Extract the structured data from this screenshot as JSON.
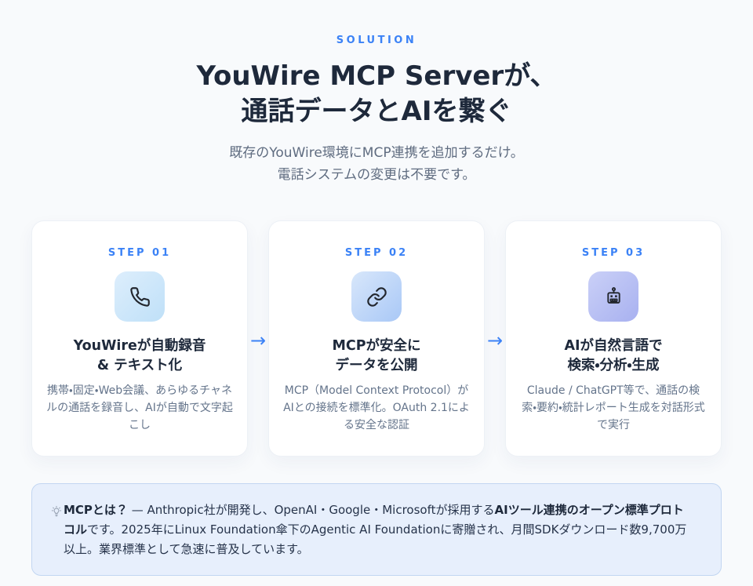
{
  "page": {
    "background_color": "#f8fafc",
    "accent_color": "#3b82f6",
    "heading_color": "#1e293b",
    "muted_text_color": "#64748b"
  },
  "header": {
    "eyebrow": "SOLUTION",
    "title_line1": "YouWire MCP Serverが、",
    "title_line2": "通話データとAIを繋ぐ",
    "subtitle_line1": "既存のYouWire環境にMCP連携を追加するだけ。",
    "subtitle_line2": "電話システムの変更は不要です。"
  },
  "steps": [
    {
      "label": "STEP 01",
      "icon": "phone-icon",
      "tile_gradient": [
        "#ddeefc",
        "#bfe0f8"
      ],
      "title_line1": "YouWireが自動録音",
      "title_line2": "& テキスト化",
      "description": "携帯・固定・Web会議、あらゆるチャネルの通話を録音し、AIが自動で文字起こし"
    },
    {
      "label": "STEP 02",
      "icon": "link-icon",
      "tile_gradient": [
        "#d8e7fb",
        "#a9c8f6"
      ],
      "title_line1": "MCPが安全に",
      "title_line2": "データを公開",
      "description": "MCP（Model Context Protocol）がAIとの接続を標準化。OAuth 2.1による安全な認証"
    },
    {
      "label": "STEP 03",
      "icon": "robot-icon",
      "tile_gradient": [
        "#cad0f7",
        "#a8b1f0"
      ],
      "title_line1": "AIが自然言語で",
      "title_line2": "検索・分析・生成",
      "description": "Claude / ChatGPT等で、通話の検索・要約・統計レポート生成を対話形式で実行"
    }
  ],
  "arrow_glyph": "→",
  "note": {
    "icon": "lightbulb-icon",
    "bold_term": "MCPとは？",
    "text_after_term": " — Anthropic社が開発し、OpenAI・Google・Microsoftが採用する",
    "bold_phrase": "AIツール連携のオープン標準プロトコル",
    "text_rest": "です。2025年にLinux Foundation傘下のAgentic AI Foundationに寄贈され、月間SDKダウンロード数9,700万以上。業界標準として急速に普及しています。"
  }
}
